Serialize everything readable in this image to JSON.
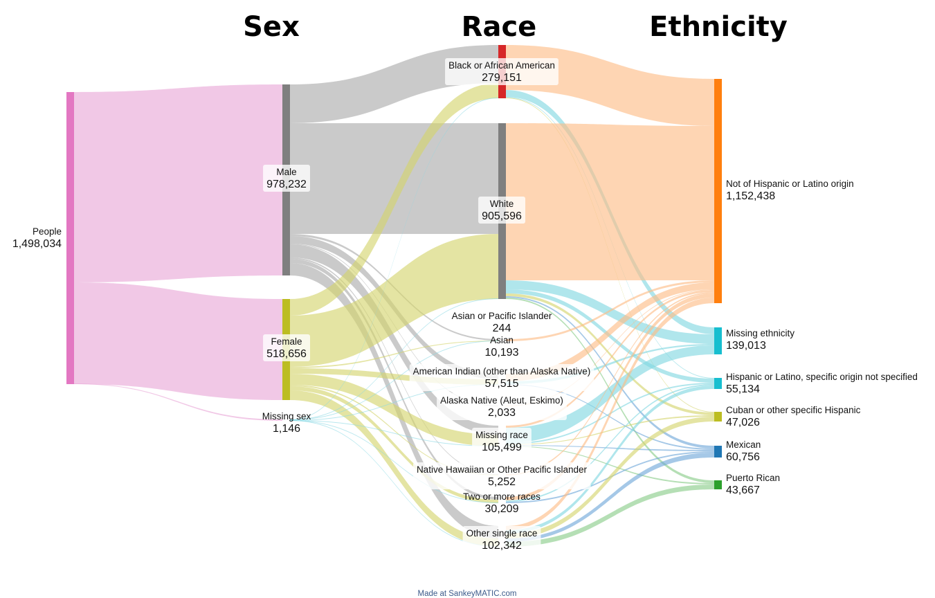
{
  "columns": [
    "Sex",
    "Race",
    "Ethnicity"
  ],
  "footer": "Made at SankeyMATIC.com",
  "nodes": [
    {
      "id": "people",
      "name": "People",
      "value": "1,498,034",
      "color": "#e377c2"
    },
    {
      "id": "male",
      "name": "Male",
      "value": "978,232",
      "color": "#7f7f7f"
    },
    {
      "id": "female",
      "name": "Female",
      "value": "518,656",
      "color": "#bcbd22"
    },
    {
      "id": "missing_sex",
      "name": "Missing sex",
      "value": "1,146",
      "color": "#17becf"
    },
    {
      "id": "black",
      "name": "Black or African American",
      "value": "279,151",
      "color": "#d62728"
    },
    {
      "id": "white",
      "name": "White",
      "value": "905,596",
      "color": "#7f7f7f"
    },
    {
      "id": "api",
      "name": "Asian or Pacific Islander",
      "value": "244",
      "color": "#9467bd"
    },
    {
      "id": "asian",
      "name": "Asian",
      "value": "10,193",
      "color": "#8c564b"
    },
    {
      "id": "amind",
      "name": "American Indian (other than Alaska Native)",
      "value": "57,515",
      "color": "#e377c2"
    },
    {
      "id": "alaska",
      "name": "Alaska Native (Aleut, Eskimo)",
      "value": "2,033",
      "color": "#7f7f7f"
    },
    {
      "id": "missing_race",
      "name": "Missing race",
      "value": "105,499",
      "color": "#bcbd22"
    },
    {
      "id": "nhopi",
      "name": "Native Hawaiian or Other Pacific Islander",
      "value": "5,252",
      "color": "#17becf"
    },
    {
      "id": "two",
      "name": "Two or more races",
      "value": "30,209",
      "color": "#1f77b4"
    },
    {
      "id": "other",
      "name": "Other single race",
      "value": "102,342",
      "color": "#ff7f0e"
    },
    {
      "id": "not_hisp",
      "name": "Not of Hispanic or Latino origin",
      "value": "1,152,438",
      "color": "#ff7f0e"
    },
    {
      "id": "missing_eth",
      "name": "Missing ethnicity",
      "value": "139,013",
      "color": "#17becf"
    },
    {
      "id": "hisp_unspec",
      "name": "Hispanic or Latino, specific origin not specified",
      "value": "55,134",
      "color": "#17becf"
    },
    {
      "id": "cuban",
      "name": "Cuban or other specific Hispanic",
      "value": "47,026",
      "color": "#bcbd22"
    },
    {
      "id": "mexican",
      "name": "Mexican",
      "value": "60,756",
      "color": "#1f77b4"
    },
    {
      "id": "puerto",
      "name": "Puerto Rican",
      "value": "43,667",
      "color": "#2ca02c"
    }
  ]
}
